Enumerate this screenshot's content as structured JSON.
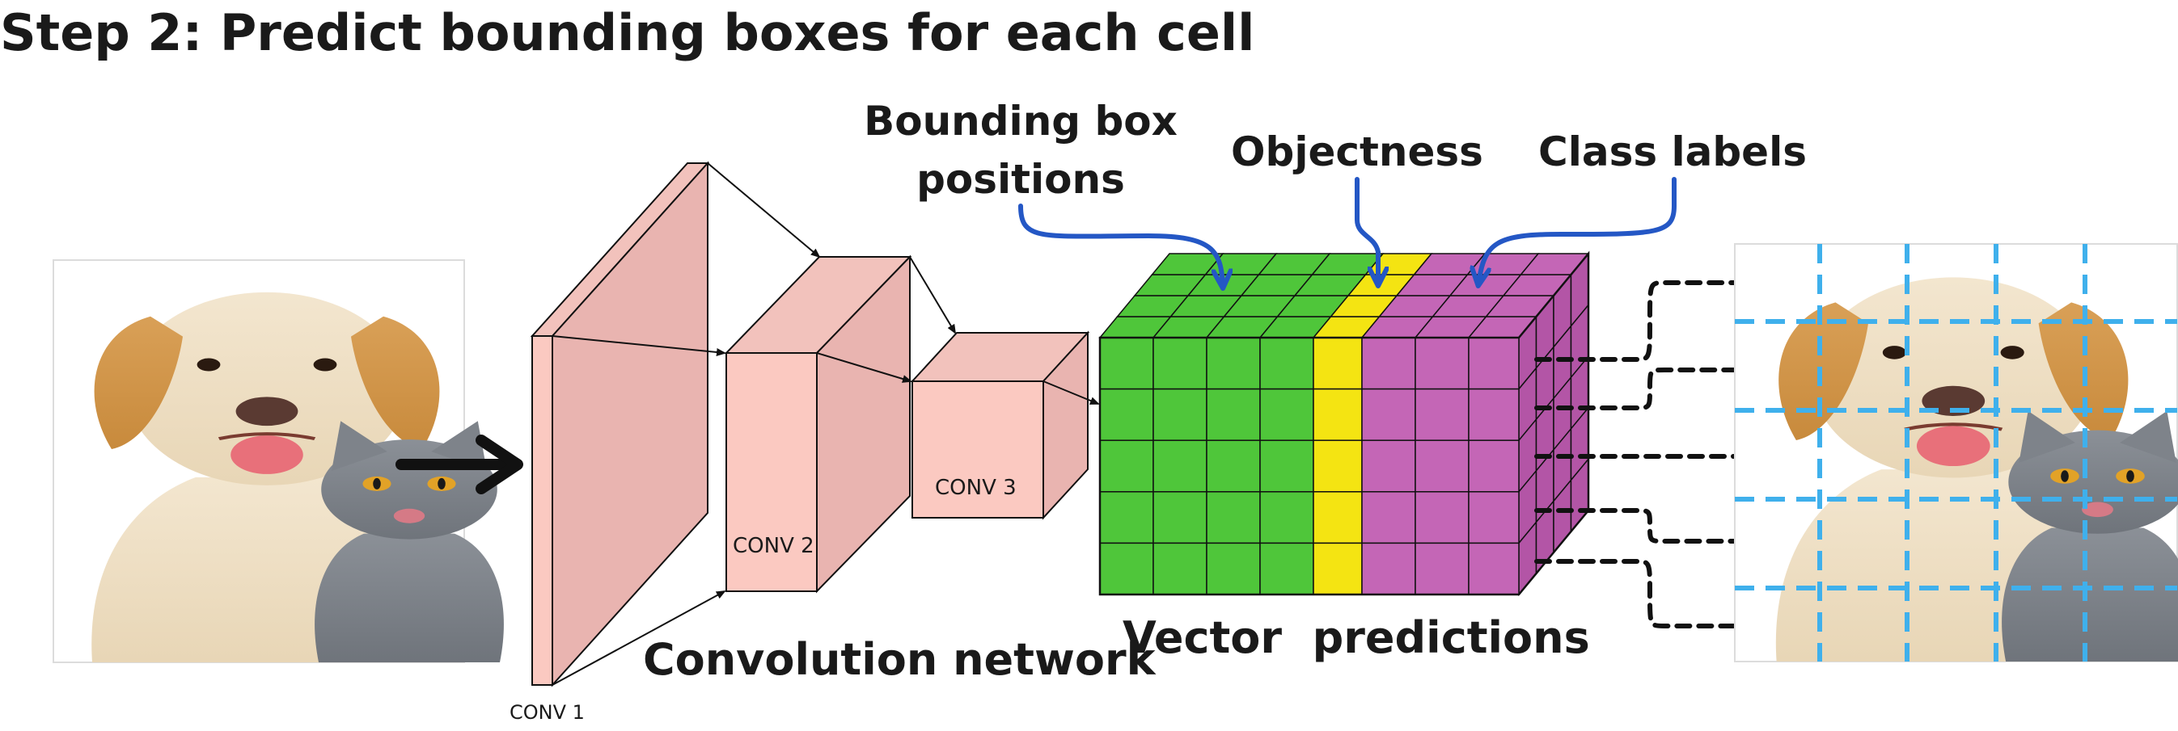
{
  "title": "Step 2: Predict bounding boxes for each cell",
  "layers": [
    {
      "label": "CONV 1"
    },
    {
      "label": "CONV 2"
    },
    {
      "label": "CONV 3"
    }
  ],
  "captions": {
    "network": "Convolution network",
    "vector": "Vector  predictions"
  },
  "callouts": {
    "bbox_line1": "Bounding box",
    "bbox_line2": "positions",
    "objectness": "Objectness",
    "class_labels": "Class labels"
  },
  "colors": {
    "conv_front": "#fbc9c1",
    "conv_side": "#e9b4b0",
    "bbox_cells": "#4fc63a",
    "objectness_cells": "#f4e412",
    "class_cells": "#c466b6",
    "callout_arrow": "#2457c5",
    "grid_lines": "#3fb0ec"
  },
  "icons": [
    "dog-photo",
    "cat-photo",
    "right-arrow-icon",
    "dashed-arrow-icon"
  ]
}
